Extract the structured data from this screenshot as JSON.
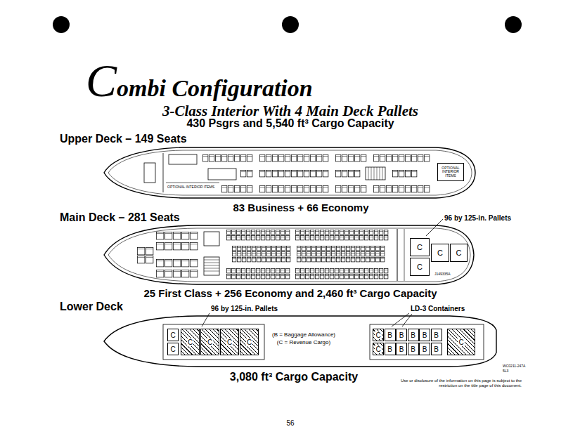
{
  "diagram": {
    "title": "Combi Configuration",
    "nodes": [
      {
        "text": [
          "OPTIONAL INTERIOR ITEMS"
        ]
      },
      {
        "text": [
          "C"
        ]
      },
      {
        "text": [
          "C"
        ]
      },
      {
        "text": [
          "C"
        ]
      },
      {
        "text": [
          "C"
        ]
      },
      {
        "text": [
          "C"
        ]
      },
      {
        "text": [
          "C"
        ]
      },
      {
        "text": [
          "C"
        ]
      },
      {
        "text": [
          "C"
        ]
      },
      {
        "text": [
          "C"
        ]
      },
      {
        "text": [
          "C"
        ]
      },
      {
        "text": [
          "C"
        ]
      },
      {
        "text": [
          "B"
        ]
      },
      {
        "text": [
          "B"
        ]
      },
      {
        "text": [
          "B"
        ]
      },
      {
        "text": [
          "B"
        ]
      },
      {
        "text": [
          "B"
        ]
      },
      {
        "text": [
          "C"
        ]
      },
      {
        "text": [
          "B"
        ]
      },
      {
        "text": [
          "B"
        ]
      },
      {
        "text": [
          "B"
        ]
      },
      {
        "text": [
          "B"
        ]
      },
      {
        "text": [
          "B"
        ]
      },
      {
        "text": [
          "C"
        ]
      }
    ],
    "labels": [
      "3-Class Interior With 4 Main Deck Pallets",
      "430 Psgrs and 5,540 ft³ Cargo Capacity",
      "Upper Deck – 149 Seats",
      "OPTIONAL INTERIOR ITEMS",
      "83 Business + 66 Economy",
      "Main Deck – 281 Seats",
      "96 by 125-in. Pallets",
      "J149335A",
      "25 First Class + 256 Economy and 2,460 ft³ Cargo Capacity",
      "Lower Deck",
      "96 by 125-in. Pallets",
      "LD-3 Containers",
      "(B = Baggage Allowance)",
      "(C = Revenue Cargo)",
      "3,080 ft³ Cargo Capacity",
      "WC0211-247A",
      "5L3",
      "Use or disclosure of the information on this page is subject to the restriction on the title page of this document.",
      "56"
    ]
  }
}
